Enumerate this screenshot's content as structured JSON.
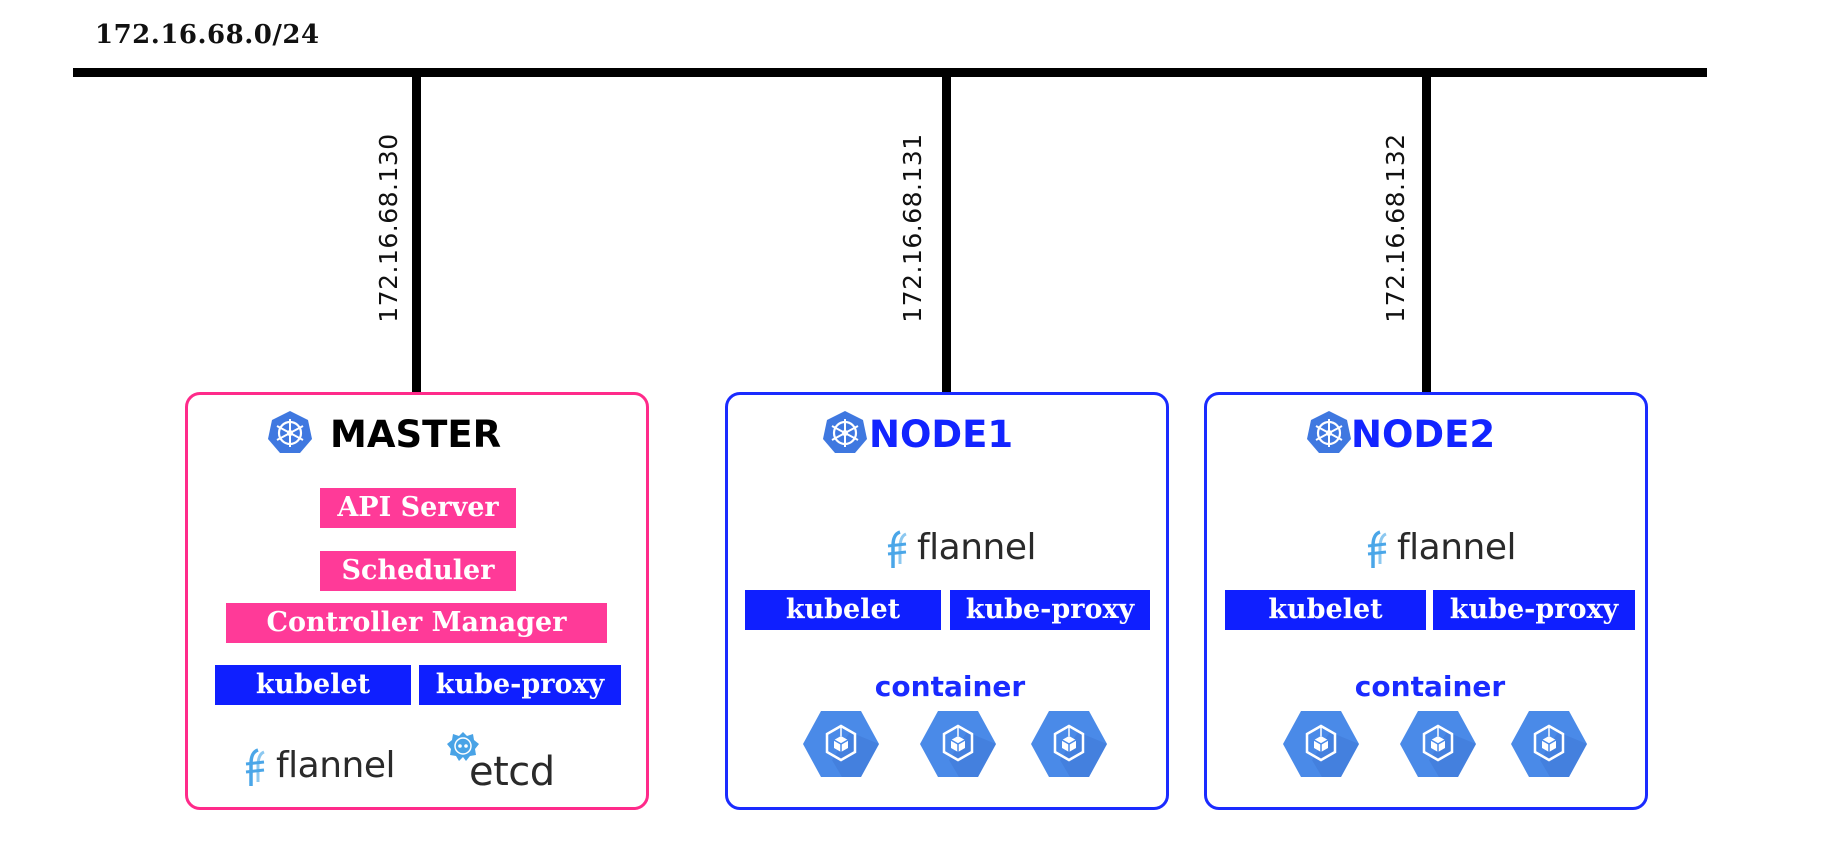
{
  "network": {
    "subnet_label": "172.16.68.0/24",
    "bus_color": "#000000"
  },
  "colors": {
    "master_accent": "#ff2a8a",
    "master_component": "#ff3a98",
    "node_accent": "#1a2bff",
    "node_component": "#0f1fff",
    "icon_blue": "#4a8ae8"
  },
  "master": {
    "ip": "172.16.68.130",
    "title": "MASTER",
    "title_icon": "kubernetes-icon",
    "components": [
      "API Server",
      "Scheduler",
      "Controller Manager"
    ],
    "agents": [
      "kubelet",
      "kube-proxy"
    ],
    "logos": {
      "flannel": "flannel",
      "etcd": "etcd"
    }
  },
  "nodes": [
    {
      "ip": "172.16.68.131",
      "title": "NODE1",
      "title_icon": "kubernetes-icon",
      "flannel": "flannel",
      "agents": [
        "kubelet",
        "kube-proxy"
      ],
      "container_label": "container",
      "container_count": 3
    },
    {
      "ip": "172.16.68.132",
      "title": "NODE2",
      "title_icon": "kubernetes-icon",
      "flannel": "flannel",
      "agents": [
        "kubelet",
        "kube-proxy"
      ],
      "container_label": "container",
      "container_count": 3
    }
  ]
}
